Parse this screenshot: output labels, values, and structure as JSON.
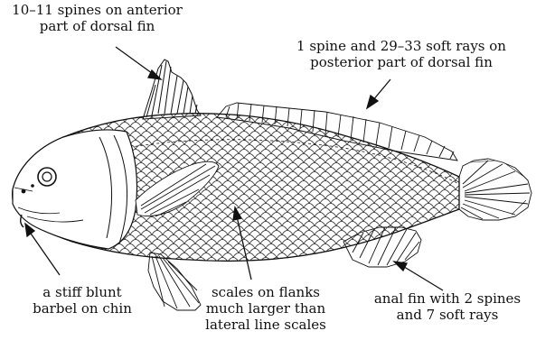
{
  "figure": {
    "labels": {
      "dorsal_anterior": [
        "10–11 spines on anterior",
        "part of dorsal fin"
      ],
      "dorsal_posterior": [
        "1 spine and 29–33 soft rays on",
        "posterior part of dorsal fin"
      ],
      "barbel": [
        "a stiff blunt",
        "barbel on chin"
      ],
      "scales": [
        "scales on flanks",
        "much larger than",
        "lateral line scales"
      ],
      "anal_fin": [
        "anal fin with 2 spines",
        "and 7 soft rays"
      ]
    },
    "colors": {
      "ink": "#111111",
      "background": "#ffffff"
    }
  }
}
